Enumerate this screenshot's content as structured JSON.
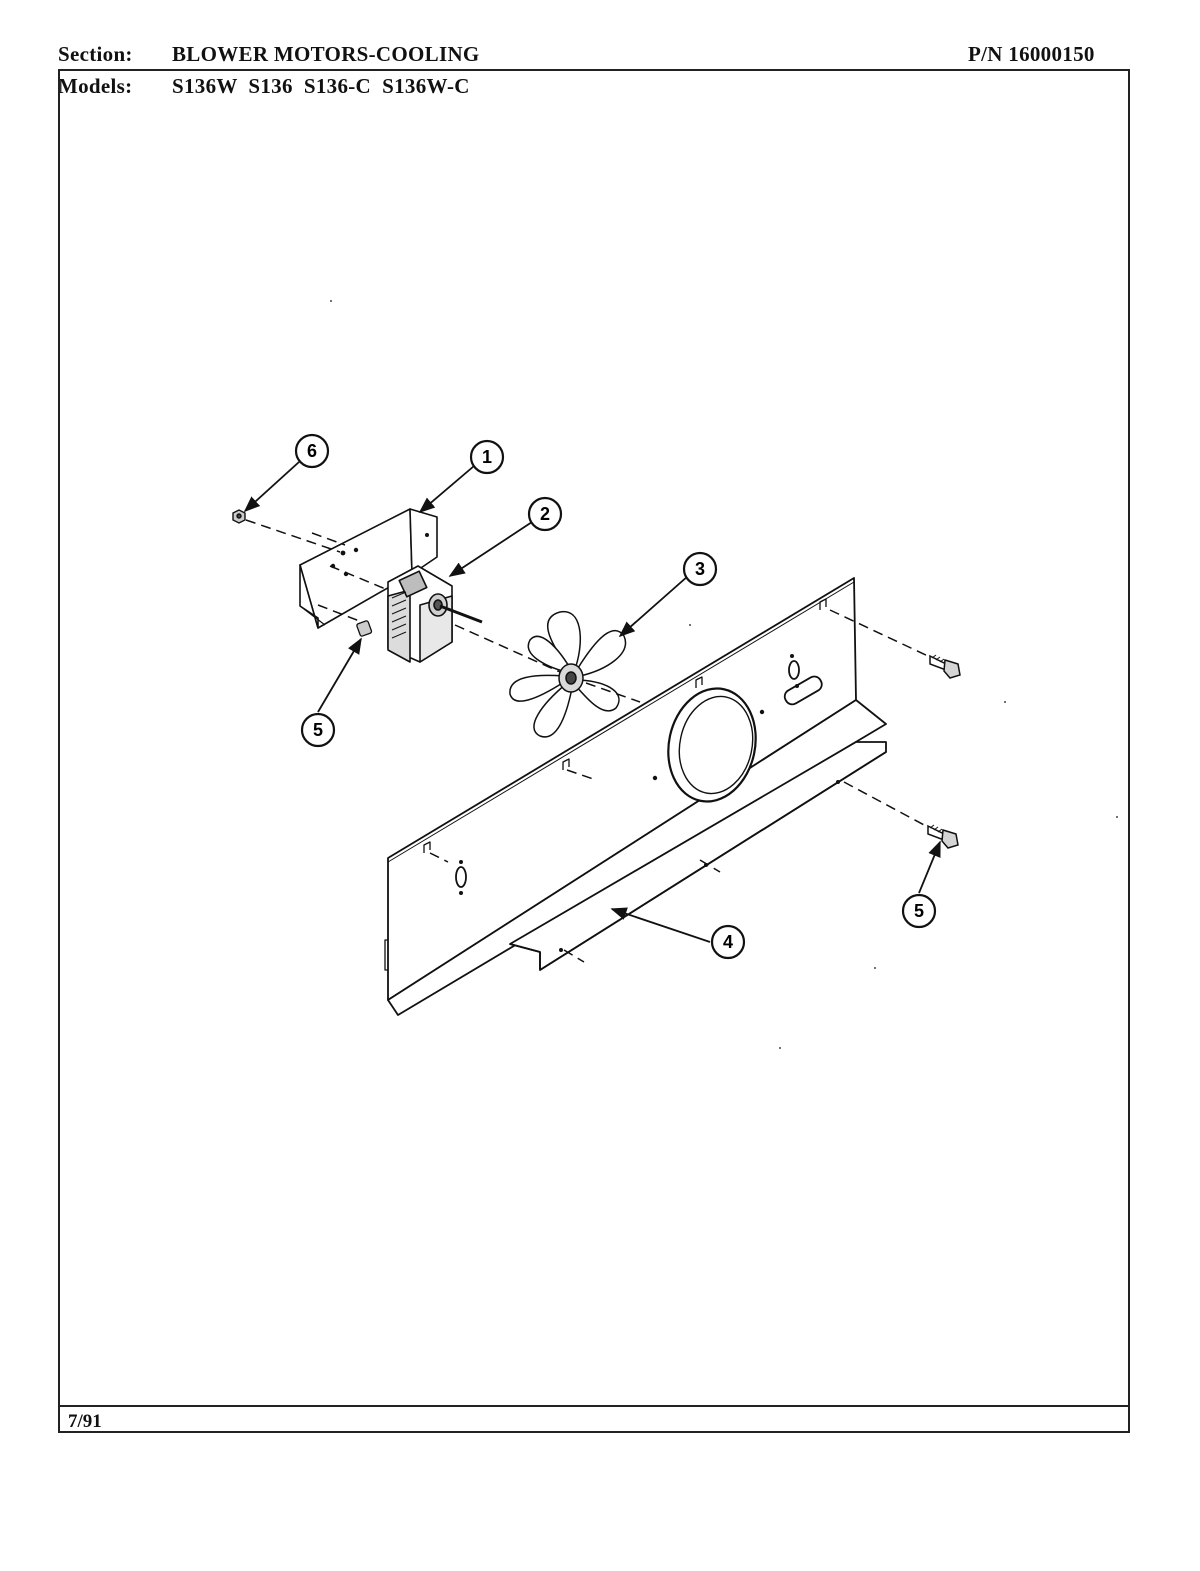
{
  "header": {
    "section_label": "Section:",
    "section_title": "BLOWER MOTORS-COOLING",
    "part_number": "P/N 16000150",
    "models_label": "Models:",
    "models": "S136W  S136  S136-C  S136W-C"
  },
  "footer": {
    "date": "7/91"
  },
  "callouts": [
    {
      "number": "6",
      "part": "nut"
    },
    {
      "number": "1",
      "part": "bracket"
    },
    {
      "number": "2",
      "part": "motor"
    },
    {
      "number": "3",
      "part": "fan blade"
    },
    {
      "number": "5",
      "part": "screw"
    },
    {
      "number": "5",
      "part": "screw"
    },
    {
      "number": "4",
      "part": "panel"
    }
  ]
}
